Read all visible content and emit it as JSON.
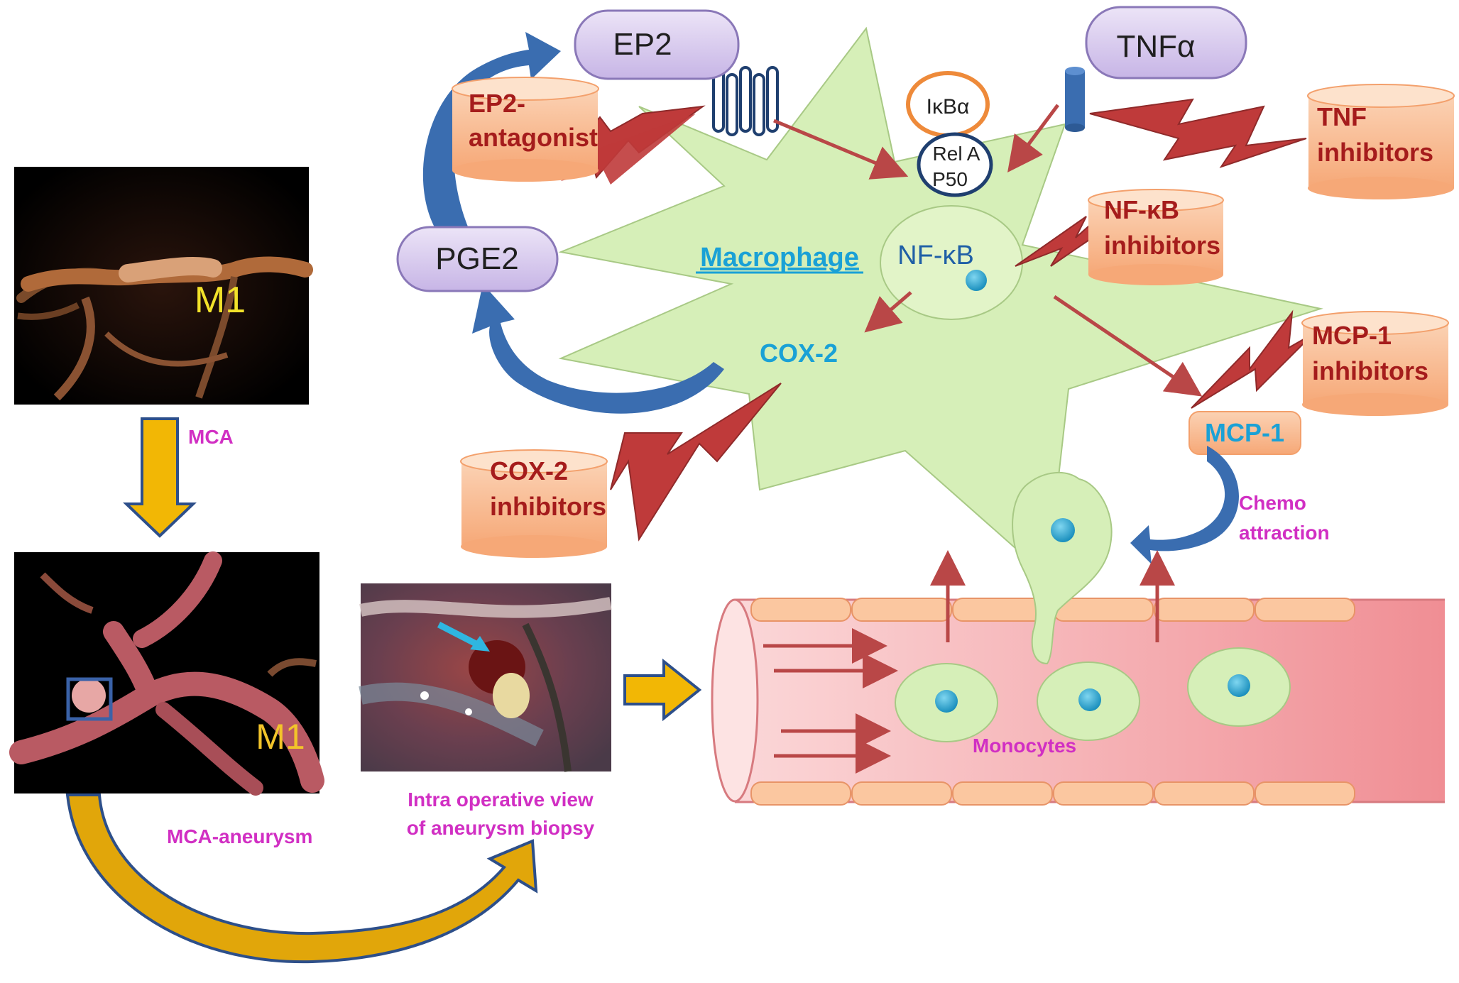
{
  "pathway": {
    "ep2": "EP2",
    "tnf": "TNFα",
    "pge2": "PGE2",
    "ikba": "IκBα",
    "rela": "Rel A",
    "p50": "P50",
    "nfkb": "NF-κB",
    "macrophage": "Macrophage",
    "cox2": "COX-2",
    "mcp1": "MCP-1",
    "chemo_line1": "Chemo",
    "chemo_line2": "attraction",
    "monocytes": "Monocytes"
  },
  "inhibitors": {
    "ep2_line1": "EP2-",
    "ep2_line2": "antagonist",
    "tnf_line1": "TNF",
    "tnf_line2": "inhibitors",
    "nfkb_line1": "NF-κB",
    "nfkb_line2": "inhibitors",
    "mcp1_line1": "MCP-1",
    "mcp1_line2": "inhibitors",
    "cox2_line1": "COX-2",
    "cox2_line2": "inhibitors"
  },
  "images": {
    "m1_top": "M1",
    "m1_bottom": "M1",
    "mca": "MCA",
    "mca_aneurysm": "MCA-aneurysm",
    "intraop_line1": "Intra operative view",
    "intraop_line2": "of aneurysm biopsy"
  },
  "colors": {
    "inhibitor_text": "#a51c1c",
    "cyan_text": "#1aa1d6",
    "magenta_text": "#d12fc3",
    "macrophage_fill": "#d6efb8",
    "vessel_fill": "#f7bcbf",
    "blue_arrow": "#3a6db0",
    "gold_arrow": "#f2b705",
    "red_arrow": "#b94747"
  }
}
